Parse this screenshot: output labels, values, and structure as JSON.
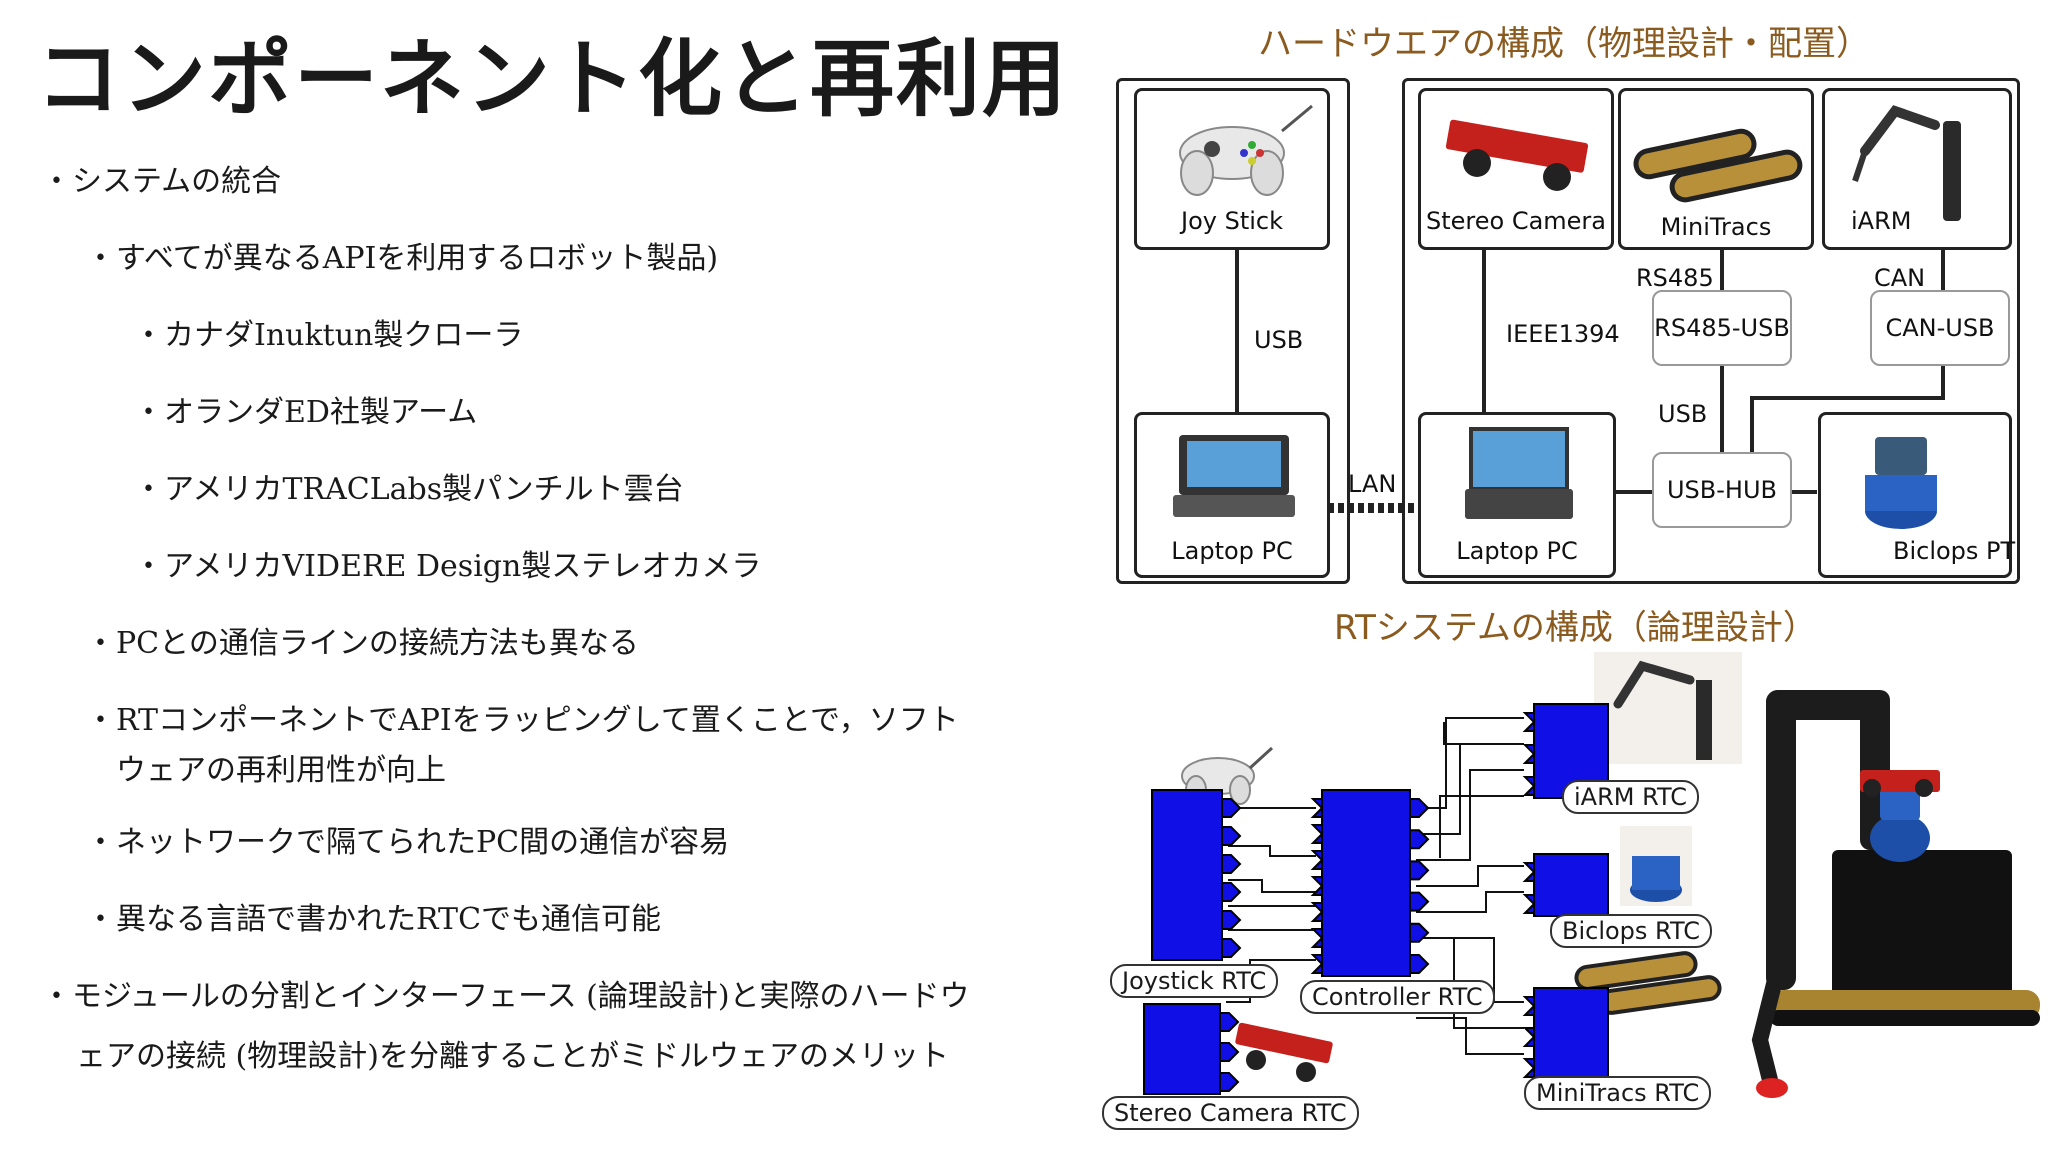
{
  "title": "コンポーネント化と再利用",
  "bullets": [
    {
      "level": 0,
      "text": "システムの統合"
    },
    {
      "level": 1,
      "text": "すべてが異なるAPIを利用するロボット製品)"
    },
    {
      "level": 2,
      "text": "カナダInuktun製クローラ"
    },
    {
      "level": 2,
      "text": "オランダED社製アーム"
    },
    {
      "level": 2,
      "text": "アメリカTRACLabs製パンチルト雲台"
    },
    {
      "level": 2,
      "text": "アメリカVIDERE Design製ステレオカメラ"
    },
    {
      "level": 1,
      "text": "PCとの通信ラインの接続方法も異なる"
    },
    {
      "level": 1,
      "text": "RTコンポーネントでAPIをラッピングして置くことで，ソフト",
      "cont": "ウェアの再利用性が向上"
    },
    {
      "level": 1,
      "text": "ネットワークで隔てられたPC間の通信が容易"
    },
    {
      "level": 1,
      "text": "異なる言語で書かれたRTCでも通信可能"
    },
    {
      "level": 0,
      "text": "モジュールの分割とインターフェース (論理設計)と実際のハードウ",
      "cont": "ェアの接続 (物理設計)を分離することがミドルウェアのメリット"
    }
  ],
  "hardware": {
    "heading": "ハードウエアの構成（物理設計・配置）",
    "joystick": "Joy Stick",
    "laptop_left": "Laptop PC",
    "laptop_right": "Laptop PC",
    "stereo_camera": "Stereo Camera",
    "minitracs": "MiniTracs",
    "iarm": "iARM",
    "rs485_usb": "RS485-USB",
    "can_usb": "CAN-USB",
    "usb_hub": "USB-HUB",
    "biclops": "Biclops PT",
    "conn_usb_left": "USB",
    "conn_lan": "LAN",
    "conn_ieee": "IEEE1394",
    "conn_rs485": "RS485",
    "conn_can": "CAN",
    "conn_usb_mid": "USB"
  },
  "rt": {
    "heading": "RTシステムの構成（論理設計）",
    "joystick_rtc": "Joystick RTC",
    "controller_rtc": "Controller RTC",
    "iarm_rtc": "iARM RTC",
    "biclops_rtc": "Biclops RTC",
    "minitracs_rtc": "MiniTracs RTC",
    "stereo_rtc": "Stereo Camera RTC"
  },
  "colors": {
    "heading": "#8a5a1e",
    "rtc_blue": "#1010e6"
  }
}
